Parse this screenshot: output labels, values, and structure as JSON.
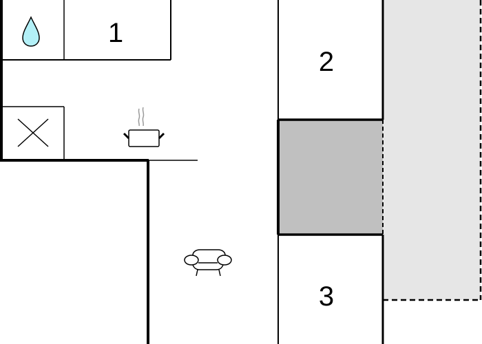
{
  "plan": {
    "rooms": [
      {
        "id": "room-1",
        "label": "1"
      },
      {
        "id": "room-2",
        "label": "2"
      },
      {
        "id": "room-3",
        "label": "3"
      }
    ],
    "icons": {
      "water": "water-drop-icon",
      "stove": "cooking-pot-icon",
      "sofa": "armchair-icon",
      "cross": "cross-box-icon"
    },
    "colors": {
      "wall": "#000000",
      "water_fill": "#b3f0f7",
      "stair_fill": "#c0c0c0",
      "terrace_fill": "#e6e6e6",
      "steam": "#999999"
    }
  }
}
